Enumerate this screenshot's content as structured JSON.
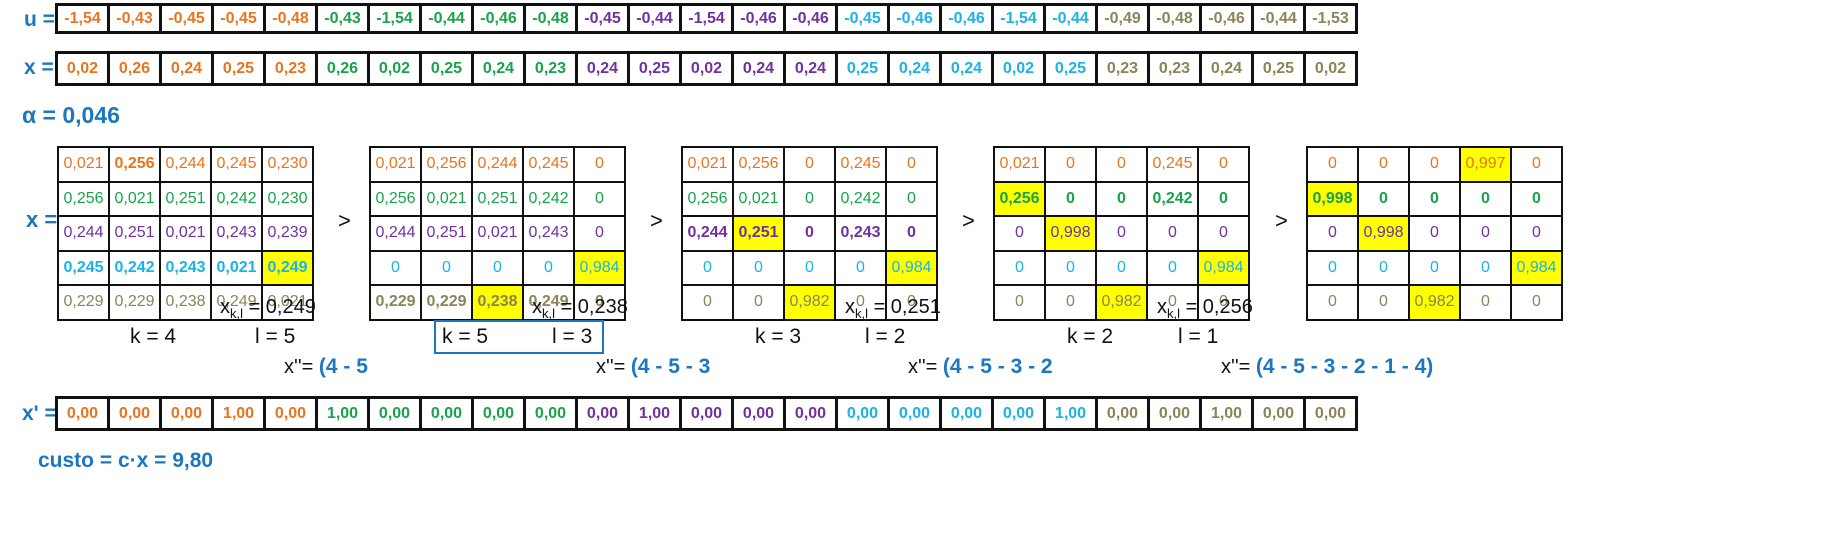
{
  "colors": {
    "orange": "#e8741e",
    "green": "#17a34a",
    "purple": "#7030a0",
    "cyan": "#1ab3e6",
    "olive": "#8b8456",
    "blue": "#1b77bf",
    "highlight": "#ffff00"
  },
  "u": {
    "label": "u =",
    "values": [
      "-1,54",
      "-0,43",
      "-0,45",
      "-0,45",
      "-0,48",
      "-0,43",
      "-1,54",
      "-0,44",
      "-0,46",
      "-0,48",
      "-0,45",
      "-0,44",
      "-1,54",
      "-0,46",
      "-0,46",
      "-0,45",
      "-0,46",
      "-0,46",
      "-1,54",
      "-0,44",
      "-0,49",
      "-0,48",
      "-0,46",
      "-0,44",
      "-1,53"
    ],
    "colors": [
      "orange",
      "orange",
      "orange",
      "orange",
      "orange",
      "green",
      "green",
      "green",
      "green",
      "green",
      "purple",
      "purple",
      "purple",
      "purple",
      "purple",
      "cyan",
      "cyan",
      "cyan",
      "cyan",
      "cyan",
      "olive",
      "olive",
      "olive",
      "olive",
      "olive"
    ]
  },
  "x": {
    "label": "x =",
    "values": [
      "0,02",
      "0,26",
      "0,24",
      "0,25",
      "0,23",
      "0,26",
      "0,02",
      "0,25",
      "0,24",
      "0,23",
      "0,24",
      "0,25",
      "0,02",
      "0,24",
      "0,24",
      "0,25",
      "0,24",
      "0,24",
      "0,02",
      "0,25",
      "0,23",
      "0,23",
      "0,24",
      "0,25",
      "0,02"
    ]
  },
  "alpha": {
    "label": "α = 0,046"
  },
  "x_matrix_label": "x =",
  "greater_sign": ">",
  "row_colors": [
    "orange",
    "green",
    "purple",
    "cyan",
    "olive"
  ],
  "matrices": [
    {
      "cells": [
        [
          "0,021",
          "0,256",
          "0,244",
          "0,245",
          "0,230"
        ],
        [
          "0,256",
          "0,021",
          "0,251",
          "0,242",
          "0,230"
        ],
        [
          "0,244",
          "0,251",
          "0,021",
          "0,243",
          "0,239"
        ],
        [
          "0,245",
          "0,242",
          "0,243",
          "0,021",
          "0,249"
        ],
        [
          "0,229",
          "0,229",
          "0,238",
          "0,249",
          "0,021"
        ]
      ],
      "bold": [
        [
          0,
          1
        ],
        [
          3,
          0
        ],
        [
          3,
          1
        ],
        [
          3,
          2
        ],
        [
          3,
          3
        ],
        [
          3,
          4
        ]
      ],
      "highlight": [
        [
          3,
          4
        ]
      ],
      "xkl_label": "x",
      "xkl_sub": "k,l",
      "xkl_value": "=  0,249",
      "k": "k =  4",
      "l": "l =  5",
      "path_prefix": "x''=",
      "path_value": "(4 - 5"
    },
    {
      "cells": [
        [
          "0,021",
          "0,256",
          "0,244",
          "0,245",
          "0"
        ],
        [
          "0,256",
          "0,021",
          "0,251",
          "0,242",
          "0"
        ],
        [
          "0,244",
          "0,251",
          "0,021",
          "0,243",
          "0"
        ],
        [
          "0",
          "0",
          "0",
          "0",
          "0,984"
        ],
        [
          "0,229",
          "0,229",
          "0,238",
          "0,249",
          "0"
        ]
      ],
      "bold": [
        [
          4,
          0
        ],
        [
          4,
          1
        ],
        [
          4,
          2
        ],
        [
          4,
          3
        ],
        [
          4,
          4
        ]
      ],
      "highlight": [
        [
          3,
          4
        ],
        [
          4,
          2
        ]
      ],
      "xkl_label": "x",
      "xkl_sub": "k,l",
      "xkl_value": "=  0,238",
      "k": "k =  5",
      "l": "l =  3",
      "path_prefix": "x''=",
      "path_value": "(4 - 5 - 3"
    },
    {
      "cells": [
        [
          "0,021",
          "0,256",
          "0",
          "0,245",
          "0"
        ],
        [
          "0,256",
          "0,021",
          "0",
          "0,242",
          "0"
        ],
        [
          "0,244",
          "0,251",
          "0",
          "0,243",
          "0"
        ],
        [
          "0",
          "0",
          "0",
          "0",
          "0,984"
        ],
        [
          "0",
          "0",
          "0,982",
          "0",
          "0"
        ]
      ],
      "bold": [
        [
          2,
          0
        ],
        [
          2,
          1
        ],
        [
          2,
          2
        ],
        [
          2,
          3
        ],
        [
          2,
          4
        ]
      ],
      "highlight": [
        [
          2,
          1
        ],
        [
          3,
          4
        ],
        [
          4,
          2
        ]
      ],
      "xkl_label": "x",
      "xkl_sub": "k,l",
      "xkl_value": "=  0,251",
      "k": "k =  3",
      "l": "l =  2",
      "path_prefix": "x''=",
      "path_value": "(4 - 5 - 3 - 2"
    },
    {
      "cells": [
        [
          "0,021",
          "0",
          "0",
          "0,245",
          "0"
        ],
        [
          "0,256",
          "0",
          "0",
          "0,242",
          "0"
        ],
        [
          "0",
          "0,998",
          "0",
          "0",
          "0"
        ],
        [
          "0",
          "0",
          "0",
          "0",
          "0,984"
        ],
        [
          "0",
          "0",
          "0,982",
          "0",
          "0"
        ]
      ],
      "bold": [
        [
          1,
          0
        ],
        [
          1,
          1
        ],
        [
          1,
          2
        ],
        [
          1,
          3
        ],
        [
          1,
          4
        ]
      ],
      "highlight": [
        [
          1,
          0
        ],
        [
          2,
          1
        ],
        [
          3,
          4
        ],
        [
          4,
          2
        ]
      ],
      "xkl_label": "x",
      "xkl_sub": "k,l",
      "xkl_value": "=  0,256",
      "k": "k =  2",
      "l": "l =  1",
      "path_prefix": "x''=",
      "path_value": "(4 - 5 - 3 - 2 - 1 - 4)"
    },
    {
      "cells": [
        [
          "0",
          "0",
          "0",
          "0,997",
          "0"
        ],
        [
          "0,998",
          "0",
          "0",
          "0",
          "0"
        ],
        [
          "0",
          "0,998",
          "0",
          "0",
          "0"
        ],
        [
          "0",
          "0",
          "0",
          "0",
          "0,984"
        ],
        [
          "0",
          "0",
          "0,982",
          "0",
          "0"
        ]
      ],
      "bold": [
        [
          1,
          0
        ],
        [
          1,
          1
        ],
        [
          1,
          2
        ],
        [
          1,
          3
        ],
        [
          1,
          4
        ]
      ],
      "highlight": [
        [
          0,
          3
        ],
        [
          1,
          0
        ],
        [
          2,
          1
        ],
        [
          3,
          4
        ],
        [
          4,
          2
        ]
      ]
    }
  ],
  "xprime": {
    "label": "x' =",
    "values": [
      "0,00",
      "0,00",
      "0,00",
      "1,00",
      "0,00",
      "1,00",
      "0,00",
      "0,00",
      "0,00",
      "0,00",
      "0,00",
      "1,00",
      "0,00",
      "0,00",
      "0,00",
      "0,00",
      "0,00",
      "0,00",
      "0,00",
      "1,00",
      "0,00",
      "0,00",
      "1,00",
      "0,00",
      "0,00"
    ]
  },
  "cost": {
    "label": "custo = c·x = 9,80"
  }
}
